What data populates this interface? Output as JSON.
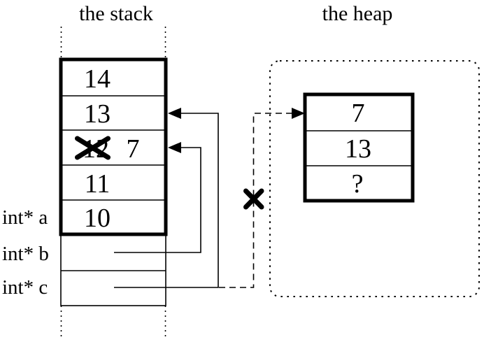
{
  "titles": {
    "stack": "the stack",
    "heap": "the heap"
  },
  "stack": {
    "cells": [
      {
        "value": "14"
      },
      {
        "value": "13"
      },
      {
        "value": "7",
        "crossed_out_value": "12"
      },
      {
        "value": "11"
      },
      {
        "value": "10"
      }
    ],
    "variables": [
      {
        "label": "int* a"
      },
      {
        "label": "int* b"
      },
      {
        "label": "int* c"
      }
    ]
  },
  "heap": {
    "cells": [
      {
        "value": "7"
      },
      {
        "value": "13"
      },
      {
        "value": "?"
      }
    ]
  },
  "icons": {
    "overwritten_value_mark": "x-mark",
    "invalid_pointer_mark": "x-mark"
  },
  "colors": {
    "ink": "#000000",
    "background": "#ffffff"
  }
}
